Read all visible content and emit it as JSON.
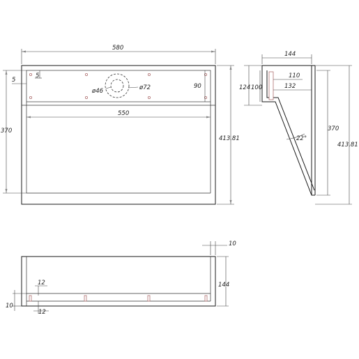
{
  "front": {
    "width": "580",
    "height": "413.81",
    "inner_height": "370",
    "panel_height": "90",
    "panel_width": "550",
    "offset_left": "5",
    "offset_top": "5",
    "outer_dia": "ø72",
    "inner_dia": "ø46"
  },
  "side": {
    "depth": "144",
    "dim_110": "110",
    "dim_132": "132",
    "dim_124": "124",
    "dim_100": "100",
    "angle": "22°",
    "height_370": "370",
    "height_413": "413.81"
  },
  "bottom": {
    "dim_10_top": "10",
    "depth": "144",
    "dim_12_top": "12",
    "dim_12_bottom": "12",
    "dim_10_left": "10"
  }
}
